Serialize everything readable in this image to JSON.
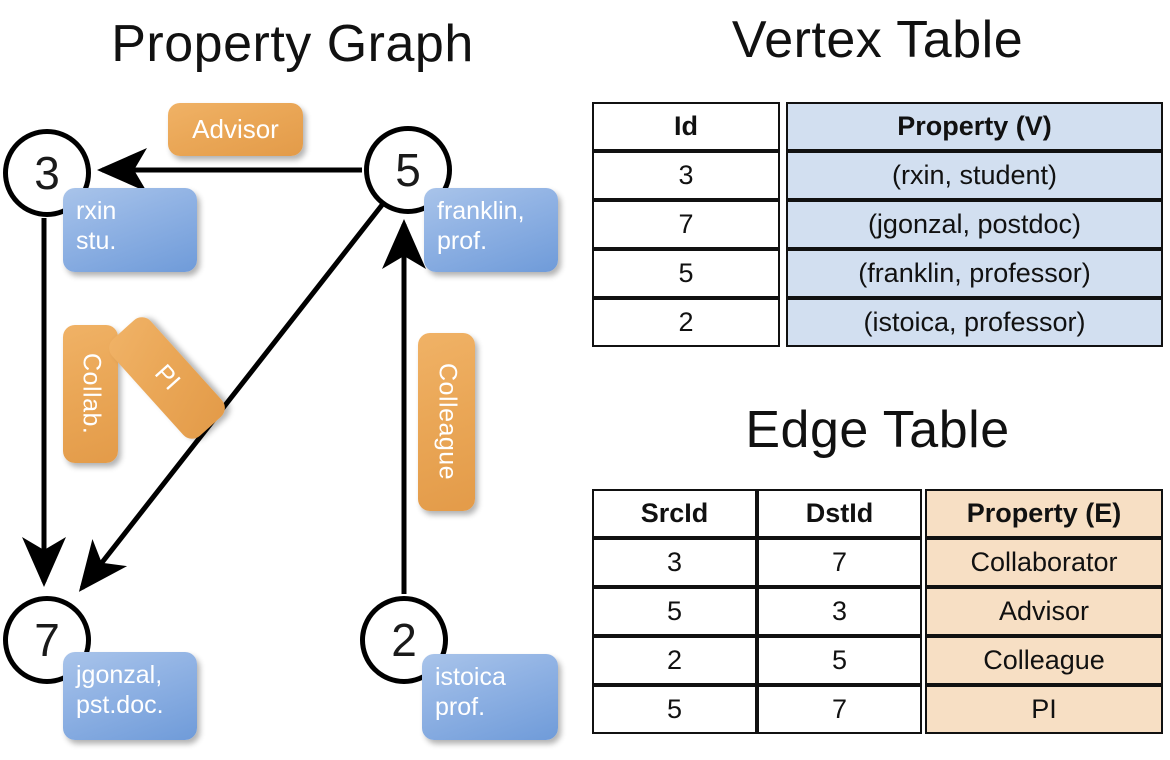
{
  "titles": {
    "property_graph": "Property Graph",
    "vertex_table": "Vertex Table",
    "edge_table": "Edge Table"
  },
  "graph": {
    "nodes": [
      {
        "id": "3",
        "property_line1": "rxin",
        "property_line2": "stu."
      },
      {
        "id": "5",
        "property_line1": "franklin,",
        "property_line2": "prof."
      },
      {
        "id": "7",
        "property_line1": "jgonzal,",
        "property_line2": "pst.doc."
      },
      {
        "id": "2",
        "property_line1": "istoica",
        "property_line2": "prof."
      }
    ],
    "edge_labels": {
      "advisor": "Advisor",
      "collab": "Collab.",
      "pi": "PI",
      "colleague": "Colleague"
    },
    "edges": [
      {
        "src": "5",
        "dst": "3",
        "label": "Advisor"
      },
      {
        "src": "3",
        "dst": "7",
        "label": "Collab."
      },
      {
        "src": "5",
        "dst": "7",
        "label": "PI"
      },
      {
        "src": "2",
        "dst": "5",
        "label": "Colleague"
      }
    ]
  },
  "vertex_table": {
    "headers": [
      "Id",
      "Property (V)"
    ],
    "rows": [
      {
        "id": "3",
        "property": "(rxin, student)"
      },
      {
        "id": "7",
        "property": "(jgonzal, postdoc)"
      },
      {
        "id": "5",
        "property": "(franklin, professor)"
      },
      {
        "id": "2",
        "property": "(istoica, professor)"
      }
    ]
  },
  "edge_table": {
    "headers": [
      "SrcId",
      "DstId",
      "Property (E)"
    ],
    "rows": [
      {
        "src": "3",
        "dst": "7",
        "property": "Collaborator"
      },
      {
        "src": "5",
        "dst": "3",
        "property": "Advisor"
      },
      {
        "src": "2",
        "dst": "5",
        "property": "Colleague"
      },
      {
        "src": "5",
        "dst": "7",
        "property": "PI"
      }
    ]
  },
  "colors": {
    "vertex_property_fill": "#d2dff0",
    "edge_property_fill": "#f7dfc4",
    "node_box_blue": "#8fb2e3",
    "edge_label_orange": "#eaa757",
    "stroke": "#111111"
  }
}
